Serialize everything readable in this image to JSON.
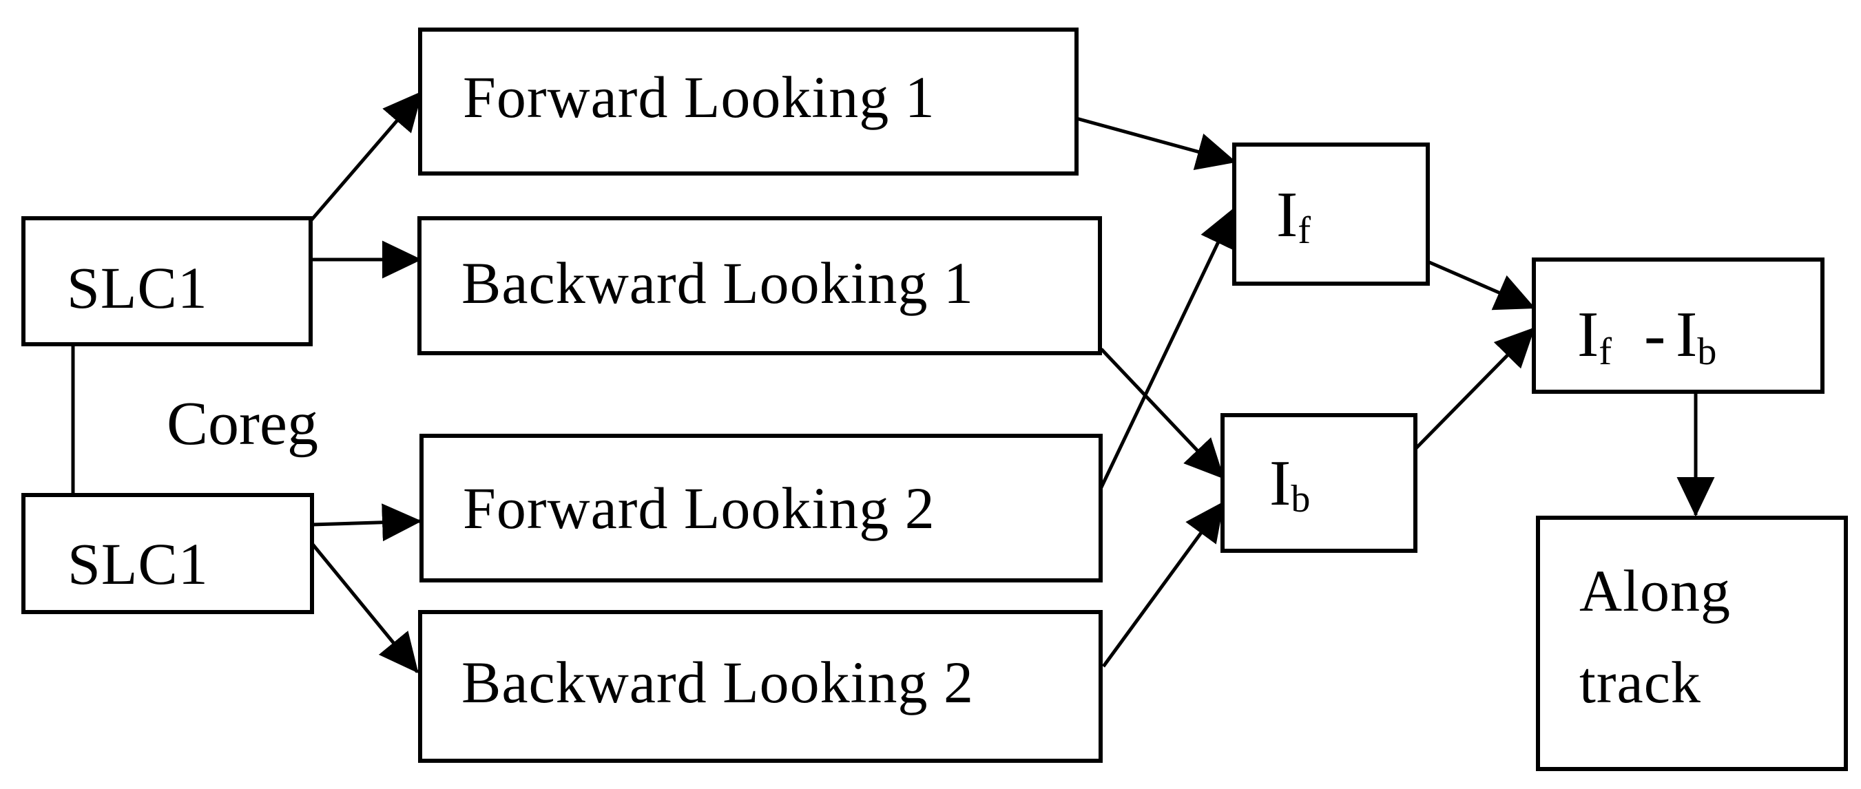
{
  "diagram": {
    "type": "flowchart",
    "colors": {
      "background": "#ffffff",
      "box_fill": "#ffffff",
      "line": "#000000",
      "text": "#000000"
    },
    "nodes": {
      "slc1_top": {
        "label": "SLC1"
      },
      "slc1_bottom": {
        "label": "SLC1"
      },
      "forward1": {
        "label": "Forward Looking 1"
      },
      "backward1": {
        "label": "Backward Looking 1"
      },
      "forward2": {
        "label": "Forward Looking 2"
      },
      "backward2": {
        "label": "Backward Looking 2"
      },
      "intensity_forward": {
        "base": "I",
        "sub": "f"
      },
      "intensity_backward": {
        "base": "I",
        "sub": "b"
      },
      "difference": {
        "term1": "I",
        "sub1": "f",
        "minus": "-",
        "term2": "I",
        "sub2": "b"
      },
      "along_track": {
        "line1": "Along",
        "line2": "track"
      }
    },
    "labels": {
      "coreg": "Coreg"
    },
    "edges": [
      {
        "from": "slc1_top",
        "to": "forward1",
        "arrow": true
      },
      {
        "from": "slc1_top",
        "to": "backward1",
        "arrow": true
      },
      {
        "from": "slc1_top",
        "to": "slc1_bottom",
        "arrow": false,
        "label": "Coreg"
      },
      {
        "from": "slc1_bottom",
        "to": "forward2",
        "arrow": true
      },
      {
        "from": "slc1_bottom",
        "to": "backward2",
        "arrow": true
      },
      {
        "from": "forward1",
        "to": "intensity_forward",
        "arrow": true
      },
      {
        "from": "forward2",
        "to": "intensity_forward",
        "arrow": true
      },
      {
        "from": "backward1",
        "to": "intensity_backward",
        "arrow": true
      },
      {
        "from": "backward2",
        "to": "intensity_backward",
        "arrow": true
      },
      {
        "from": "intensity_forward",
        "to": "difference",
        "arrow": true
      },
      {
        "from": "intensity_backward",
        "to": "difference",
        "arrow": true
      },
      {
        "from": "difference",
        "to": "along_track",
        "arrow": true
      }
    ]
  }
}
